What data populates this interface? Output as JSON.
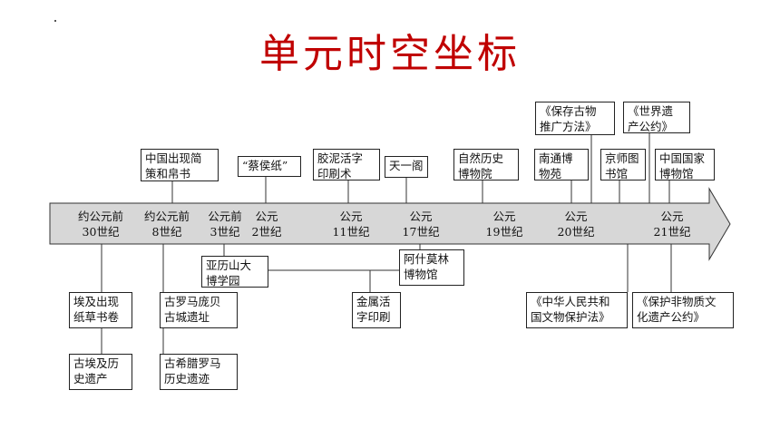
{
  "title": "单元时空坐标",
  "eras": [
    {
      "id": "e1",
      "text": "约公元前\n30世纪"
    },
    {
      "id": "e2",
      "text": "约公元前\n8世纪"
    },
    {
      "id": "e3",
      "text": "公元前\n3世纪"
    },
    {
      "id": "e4",
      "text": "公元\n2世纪"
    },
    {
      "id": "e5",
      "text": "公元\n11世纪"
    },
    {
      "id": "e6",
      "text": "公元\n17世纪"
    },
    {
      "id": "e7",
      "text": "公元\n19世纪"
    },
    {
      "id": "e8",
      "text": "公元\n20世纪"
    },
    {
      "id": "e9",
      "text": "公元\n21世纪"
    }
  ],
  "events": [
    {
      "id": "b1",
      "text": "中国出现简\n策和帛书"
    },
    {
      "id": "b2",
      "text": "“蔡侯纸”"
    },
    {
      "id": "b3",
      "text": "胶泥活字\n印刷术"
    },
    {
      "id": "b4",
      "text": "天一阁"
    },
    {
      "id": "b5",
      "text": "自然历史\n博物院"
    },
    {
      "id": "b6",
      "text": "南通博\n物苑"
    },
    {
      "id": "b7",
      "text": "《保存古物\n推广方法》"
    },
    {
      "id": "b8",
      "text": "京师图\n书馆"
    },
    {
      "id": "b9",
      "text": "《世界遗\n产公约》"
    },
    {
      "id": "b10",
      "text": "中国国家\n博物馆"
    },
    {
      "id": "b11",
      "text": "埃及出现\n纸草书卷"
    },
    {
      "id": "b12",
      "text": "古埃及历\n史遗产"
    },
    {
      "id": "b13",
      "text": "古罗马庞贝\n古城遗址"
    },
    {
      "id": "b14",
      "text": "古希腊罗马\n历史遗迹"
    },
    {
      "id": "b15",
      "text": "亚历山大\n博学园"
    },
    {
      "id": "b16",
      "text": "阿什莫林\n博物馆"
    },
    {
      "id": "b17",
      "text": "金属活\n字印刷"
    },
    {
      "id": "b18",
      "text": "《中华人民共和\n国文物保护法》"
    },
    {
      "id": "b19",
      "text": "《保护非物质文\n化遗产公约》"
    }
  ],
  "colors": {
    "title": "#c00000",
    "arrow_fill": "#d7d7d7",
    "line": "#333333"
  }
}
